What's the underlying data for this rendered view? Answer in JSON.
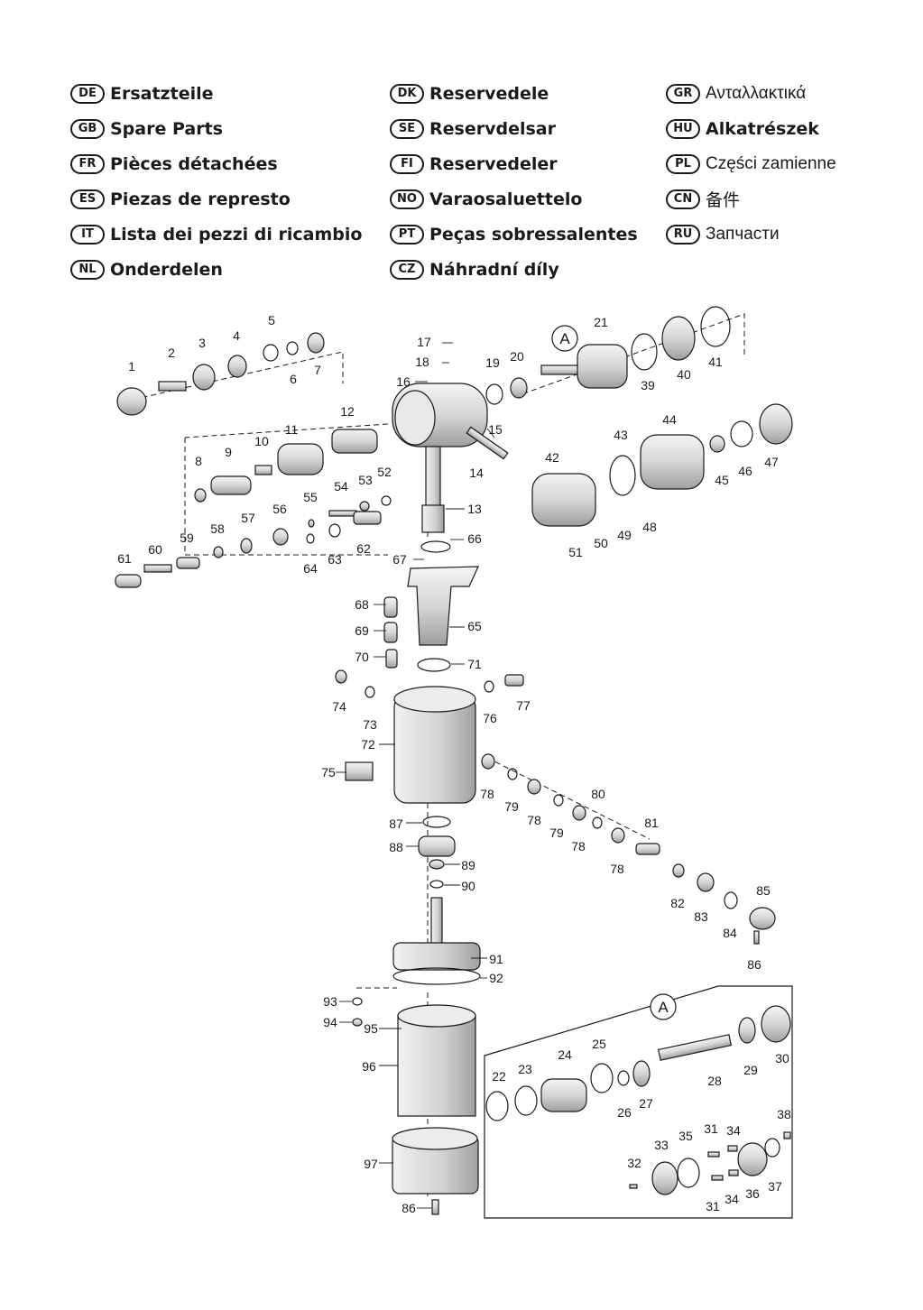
{
  "languages": [
    {
      "code": "DE",
      "label": "Ersatzteile"
    },
    {
      "code": "GB",
      "label": "Spare Parts"
    },
    {
      "code": "FR",
      "label": "Pièces détachées"
    },
    {
      "code": "ES",
      "label": "Piezas de represto"
    },
    {
      "code": "IT",
      "label": "Lista dei pezzi di ricambio"
    },
    {
      "code": "NL",
      "label": "Onderdelen"
    },
    {
      "code": "DK",
      "label": "Reservedele"
    },
    {
      "code": "SE",
      "label": "Reservdelsar"
    },
    {
      "code": "FI",
      "label": "Reservedeler"
    },
    {
      "code": "NO",
      "label": "Varaosaluettelo"
    },
    {
      "code": "PT",
      "label": "Peças sobressalentes"
    },
    {
      "code": "CZ",
      "label": "Náhradní díly"
    },
    {
      "code": "GR",
      "label": "Ανταλλακτικά"
    },
    {
      "code": "HU",
      "label": "Alkatrészek"
    },
    {
      "code": "PL",
      "label": "Części zamienne"
    },
    {
      "code": "CN",
      "label": "备件"
    },
    {
      "code": "RU",
      "label": "Запчасти"
    }
  ],
  "diagram": {
    "callout_main": "A",
    "callout_detail": "A",
    "part_labels": [
      "1",
      "2",
      "3",
      "4",
      "5",
      "6",
      "7",
      "8",
      "9",
      "10",
      "11",
      "12",
      "13",
      "14",
      "15",
      "16",
      "17",
      "18",
      "19",
      "20",
      "21",
      "22",
      "23",
      "24",
      "25",
      "26",
      "27",
      "28",
      "29",
      "30",
      "31",
      "31",
      "32",
      "33",
      "34",
      "34",
      "35",
      "36",
      "37",
      "38",
      "39",
      "40",
      "41",
      "42",
      "43",
      "44",
      "45",
      "46",
      "47",
      "48",
      "49",
      "50",
      "51",
      "52",
      "53",
      "54",
      "55",
      "56",
      "57",
      "58",
      "59",
      "60",
      "61",
      "62",
      "63",
      "64",
      "65",
      "66",
      "67",
      "68",
      "69",
      "70",
      "71",
      "72",
      "73",
      "74",
      "75",
      "76",
      "77",
      "78",
      "78",
      "78",
      "78",
      "79",
      "79",
      "80",
      "81",
      "82",
      "83",
      "84",
      "85",
      "86",
      "86",
      "87",
      "88",
      "89",
      "90",
      "91",
      "92",
      "93",
      "94",
      "95",
      "96",
      "97"
    ]
  },
  "colors": {
    "ink": "#1a1a1a",
    "part_fill": "#e6e6e6",
    "part_shade": "#bdbdbd"
  }
}
